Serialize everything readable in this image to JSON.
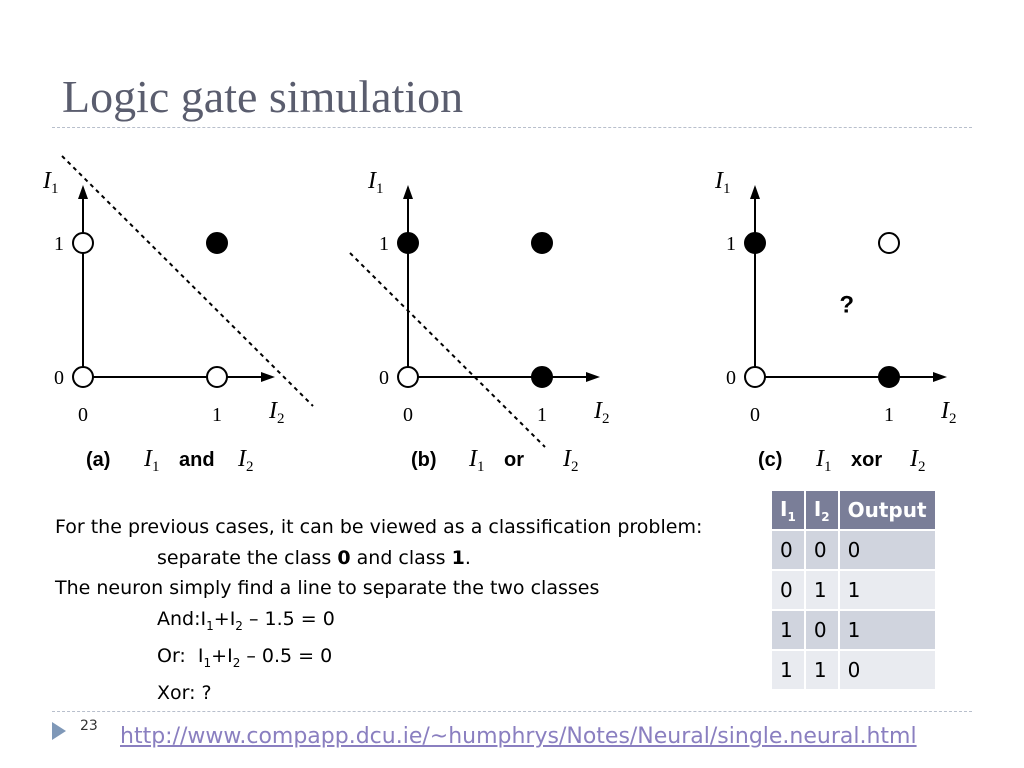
{
  "title": "Logic gate simulation",
  "diagrams": [
    {
      "caption_letter": "(a)",
      "op": "and",
      "point_colors": [
        "open",
        "open",
        "open",
        "filled"
      ]
    },
    {
      "caption_letter": "(b)",
      "op": "or",
      "point_colors": [
        "open",
        "filled",
        "filled",
        "filled"
      ]
    },
    {
      "caption_letter": "(c)",
      "op": "xor",
      "point_colors": [
        "open",
        "filled",
        "filled",
        "open"
      ],
      "mark": "?"
    }
  ],
  "axis": {
    "x_name": "I",
    "x_sub": "2",
    "y_name": "I",
    "y_sub": "1",
    "tick0": "0",
    "tick1": "1"
  },
  "caption_vars": {
    "left_name": "I",
    "left_sub": "1",
    "right_name": "I",
    "right_sub": "2"
  },
  "text": {
    "line1": "For the previous cases, it can be viewed as a classification problem:",
    "line2_a": "separate the class ",
    "line2_b": "0",
    "line2_c": " and class ",
    "line2_d": "1",
    "line2_e": ".",
    "line3": "The neuron simply find a line to separate the two classes",
    "and_label": "And:",
    "and_eq_tail": " – 1.5 = 0",
    "or_label": "Or:  ",
    "or_eq_tail": " – 0.5 = 0",
    "xor_line": "Xor: ?",
    "eq_i": "I",
    "sub1": "1",
    "plus": "+",
    "sub2": "2"
  },
  "table": {
    "headers": [
      {
        "name": "I",
        "sub": "1"
      },
      {
        "name": "I",
        "sub": "2"
      },
      {
        "name": "Output",
        "sub": ""
      }
    ],
    "rows": [
      [
        "0",
        "0",
        "0"
      ],
      [
        "0",
        "1",
        "1"
      ],
      [
        "1",
        "0",
        "1"
      ],
      [
        "1",
        "1",
        "0"
      ]
    ]
  },
  "footer": {
    "page": "23",
    "link": "http://www.compapp.dcu.ie/~humphrys/Notes/Neural/single.neural.html"
  }
}
